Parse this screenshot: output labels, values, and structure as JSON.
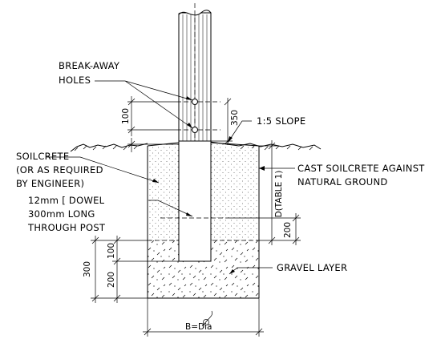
{
  "labels": {
    "break_away_1": "BREAK-AWAY",
    "break_away_2": "HOLES",
    "slope": "1:5 SLOPE",
    "soilcrete_1": "SOILCRETE",
    "soilcrete_2": "(OR AS REQUIRED",
    "soilcrete_3": "BY ENGINEER)",
    "cast_1": "CAST SOILCRETE AGAINST",
    "cast_2": "NATURAL GROUND",
    "dowel_1": "12mm [ DOWEL",
    "dowel_2": "300mm LONG",
    "dowel_3": "THROUGH POST",
    "gravel": "GRAVEL LAYER",
    "base_width": "B=Dia"
  },
  "dimensions": {
    "hole_spacing": "100",
    "hole_height": "350",
    "depth": "D(TABLE 1)",
    "dowel_height": "200",
    "total_gravel": "300",
    "post_in_gravel": "100",
    "gravel_depth": "200"
  }
}
